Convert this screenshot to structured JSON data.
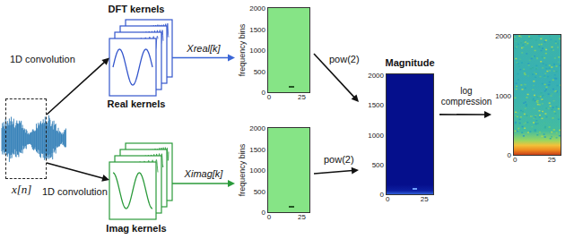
{
  "diagram": {
    "nodes": [
      {
        "text": [
          "x[n]"
        ]
      },
      {
        "text": [
          "DFT kernels",
          "Real kernels"
        ]
      },
      {
        "text": [
          "Imag kernels"
        ]
      },
      {
        "text": [
          "frequency bins",
          "2000",
          "1500",
          "1000",
          "500",
          "0",
          "0",
          "25"
        ]
      },
      {
        "text": [
          "frequency bins",
          "2000",
          "1500",
          "1000",
          "500",
          "0",
          "0",
          "25"
        ]
      },
      {
        "text": [
          "Magnitude",
          "2000",
          "1500",
          "1000",
          "500",
          "0",
          "0",
          "25"
        ]
      },
      {
        "text": [
          "2000",
          "1000",
          "0",
          "0",
          "25"
        ]
      }
    ],
    "edges": [
      {
        "from": 0,
        "to": 1,
        "label": "1D convolution",
        "arrow": "to"
      },
      {
        "from": 0,
        "to": 2,
        "label": "1D convolution",
        "arrow": "to"
      },
      {
        "from": 1,
        "to": 3,
        "label": "Xreal[k]",
        "arrow": "to"
      },
      {
        "from": 2,
        "to": 4,
        "label": "Ximag[k]",
        "arrow": "to"
      },
      {
        "from": 3,
        "to": 5,
        "label": "pow(2)",
        "arrow": "to"
      },
      {
        "from": 4,
        "to": 5,
        "label": "pow(2)",
        "arrow": "to"
      },
      {
        "from": 5,
        "to": 6,
        "label": "log compression",
        "arrow": "to"
      }
    ]
  }
}
